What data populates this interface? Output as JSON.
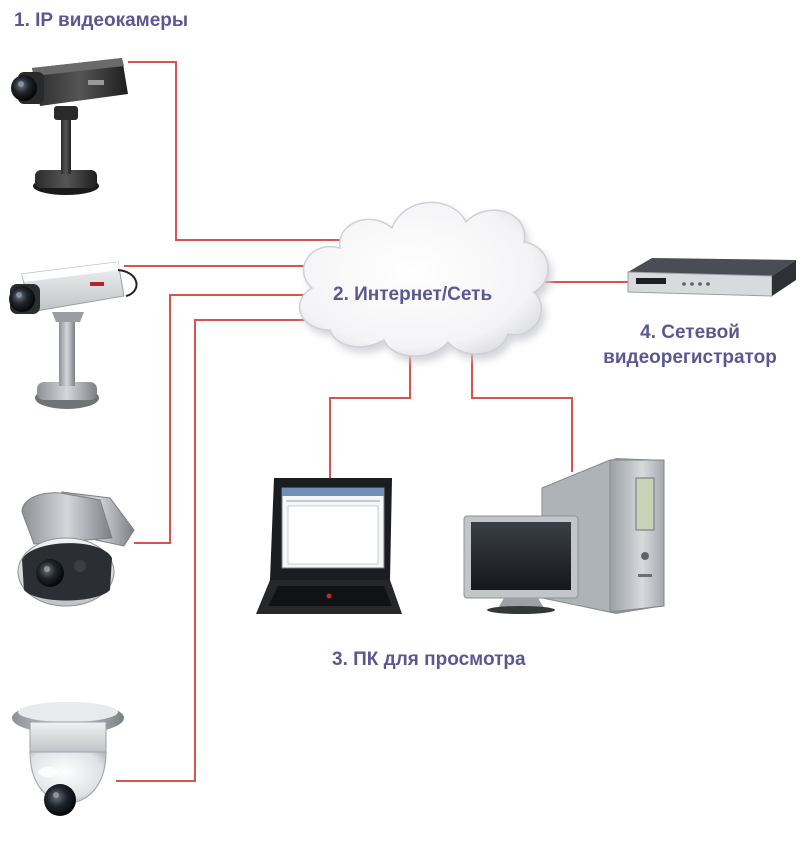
{
  "labels": {
    "cameras": "1. IP видеокамеры",
    "network": "2. Интернет/Сеть",
    "pc": "3. ПК для просмотра",
    "nvr_line1": "4. Сетевой",
    "nvr_line2": "видеорегистратор"
  },
  "colors": {
    "label": "#5a5891",
    "connection_line": "#d9534f"
  }
}
